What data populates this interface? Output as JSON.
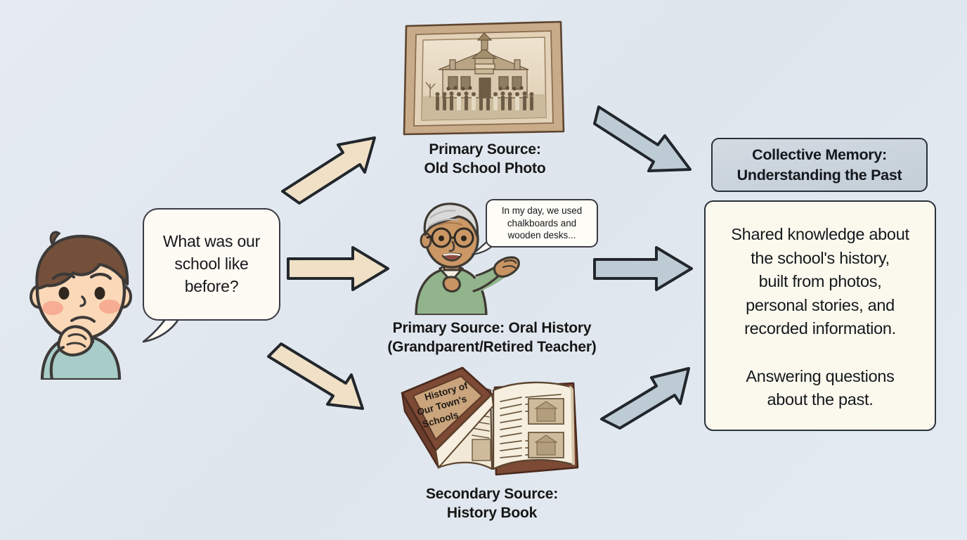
{
  "background": {
    "color_top_left": "#e6ebf2",
    "color_bottom_right": "#e4eaf1"
  },
  "palette": {
    "arrow_tan_fill": "#f0e0c6",
    "arrow_blue_fill": "#bdcbd5",
    "arrow_outline": "#22272c",
    "box_header_fill": "#cbd5dd",
    "box_body_fill": "#fbf9ee",
    "box_outline": "#2a3138",
    "bubble_fill": "#fdfbf4",
    "text_color": "#15191d"
  },
  "student": {
    "character_name": "thinking-boy",
    "hair_color": "#6b4630",
    "shirt_color": "#a3cbc6",
    "skin_color": "#fbd9b8",
    "bubble_text": "What was our\nschool like\nbefore?"
  },
  "sources": [
    {
      "id": "old-school-photo",
      "icon": "framed-photo-icon",
      "caption_lines": [
        "Primary Source:",
        "Old School Photo"
      ],
      "caption_font_size": 21,
      "frame_color": "#c3a684",
      "photo_tone": "sepia"
    },
    {
      "id": "oral-history",
      "icon": "elderly-person-icon",
      "caption_lines": [
        "Primary Source: Oral History",
        "(Grandparent/Retired Teacher)"
      ],
      "caption_font_size": 21,
      "sweater_color": "#8fb08a",
      "hair_color": "#d8d8d8",
      "bubble_text": "In my day, we used\nchalkboards and\nwooden desks..."
    },
    {
      "id": "history-book",
      "icon": "open-book-icon",
      "caption_lines": [
        "Secondary Source:",
        "History Book"
      ],
      "caption_font_size": 21,
      "cover_color": "#7d4a36",
      "cover_label": "History of\nOur Town's\nSchools",
      "page_color": "#f4ead8"
    }
  ],
  "outcome": {
    "header": "Collective Memory:\nUnderstanding the Past",
    "body": "Shared knowledge about\nthe school's history,\nbuilt from photos,\npersonal stories, and\nrecorded information.\n\nAnswering questions\nabout the past."
  },
  "arrows": [
    {
      "id": "arrow-student-to-photo",
      "style": "tan",
      "direction": "up-right",
      "name": "arrow-to-old-school-photo"
    },
    {
      "id": "arrow-student-to-oral",
      "style": "tan",
      "direction": "right",
      "name": "arrow-to-oral-history"
    },
    {
      "id": "arrow-student-to-book",
      "style": "tan",
      "direction": "down-right",
      "name": "arrow-to-history-book"
    },
    {
      "id": "arrow-photo-to-memory",
      "style": "blue",
      "direction": "down-right",
      "name": "arrow-photo-to-collective-memory"
    },
    {
      "id": "arrow-oral-to-memory",
      "style": "blue",
      "direction": "right",
      "name": "arrow-oral-history-to-collective-memory"
    },
    {
      "id": "arrow-book-to-memory",
      "style": "blue",
      "direction": "up-right",
      "name": "arrow-history-book-to-collective-memory"
    }
  ]
}
